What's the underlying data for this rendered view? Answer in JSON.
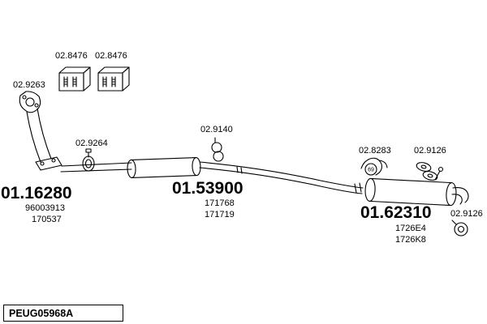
{
  "diagram": {
    "parts": {
      "gasket1": "02.8476",
      "gasket2": "02.8476",
      "front_flange": "02.9263",
      "clamp": "02.9264",
      "hanger": "02.9140",
      "bracket": "02.8283",
      "bracket_mark": "69",
      "mount": "02.9126",
      "tail_ring": "02.9126"
    },
    "sections": {
      "front": {
        "code": "01.16280",
        "sub1": "96003913",
        "sub2": "170537"
      },
      "middle": {
        "code": "01.53900",
        "sub1": "171768",
        "sub2": "171719"
      },
      "rear": {
        "code": "01.62310",
        "sub1": "1726E4",
        "sub2": "1726K8"
      }
    },
    "footer_code": "PEUG05968A",
    "colors": {
      "line": "#000000",
      "background": "#ffffff"
    }
  }
}
